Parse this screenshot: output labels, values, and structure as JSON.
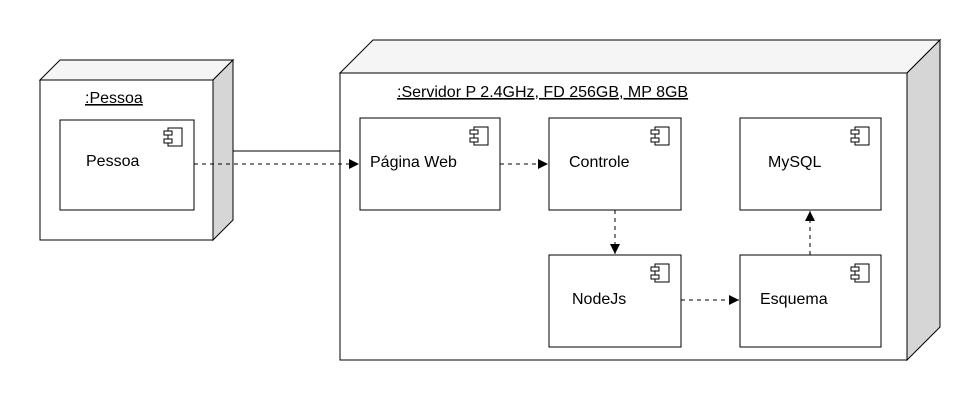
{
  "colors": {
    "node_front": "#ffffff",
    "node_top": "#f5f5f5",
    "node_side": "#d6d6d6",
    "stroke": "#000000"
  },
  "nodes": {
    "client": {
      "title": ":Pessoa",
      "components": [
        {
          "label": "Pessoa"
        }
      ]
    },
    "server": {
      "title": ":Servidor P 2.4GHz, FD 256GB, MP 8GB",
      "components": [
        {
          "label": "Página Web"
        },
        {
          "label": "Controle"
        },
        {
          "label": "MySQL"
        },
        {
          "label": "NodeJs"
        },
        {
          "label": "Esquema"
        }
      ]
    }
  },
  "connections": [
    {
      "from": "Pessoa",
      "to": "Página Web",
      "style": "dashed"
    },
    {
      "from": ":Pessoa",
      "to": ":Servidor P 2.4GHz, FD 256GB, MP 8GB",
      "style": "solid"
    },
    {
      "from": "Página Web",
      "to": "Controle",
      "style": "dashed"
    },
    {
      "from": "Controle",
      "to": "NodeJs",
      "style": "dashed"
    },
    {
      "from": "NodeJs",
      "to": "Esquema",
      "style": "dashed"
    },
    {
      "from": "Esquema",
      "to": "MySQL",
      "style": "dashed"
    }
  ],
  "icons": {
    "component": "uml-component-icon"
  }
}
